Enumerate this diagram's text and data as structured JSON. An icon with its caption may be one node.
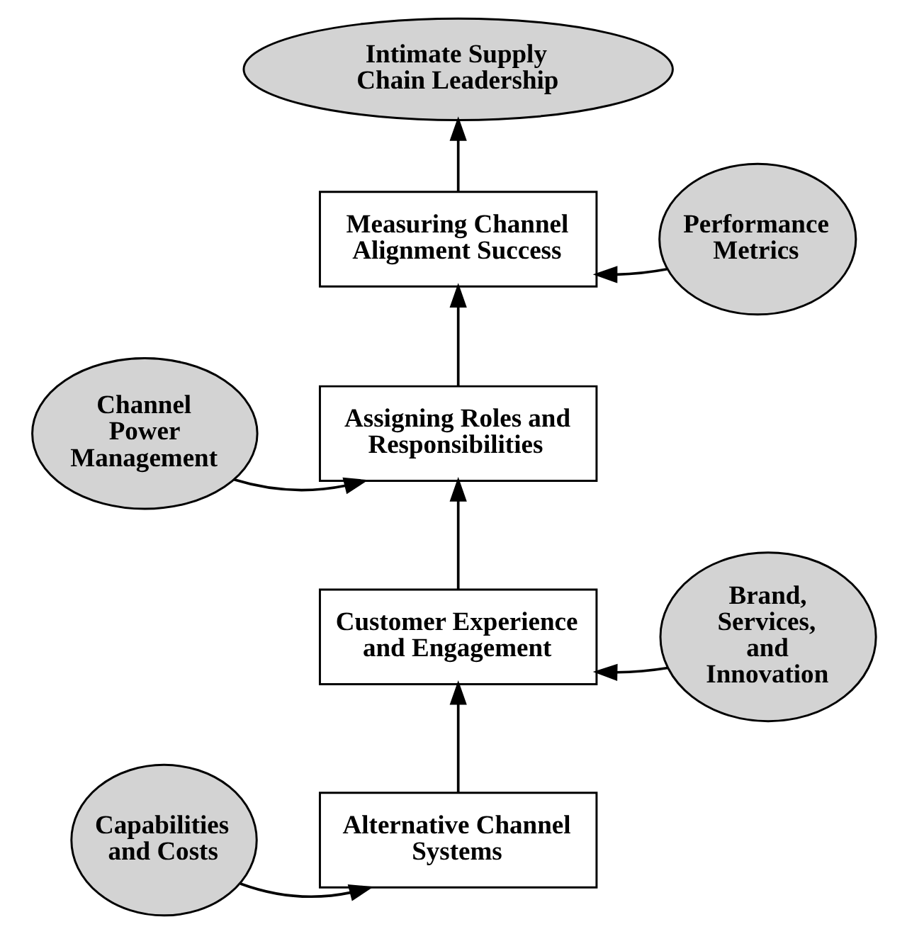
{
  "diagram": {
    "nodes": [
      {
        "text": [
          "Intimate Supply Chain Leadership"
        ]
      },
      {
        "text": [
          "Measuring Channel Alignment Success"
        ]
      },
      {
        "text": [
          "Performance Metrics"
        ]
      },
      {
        "text": [
          "Channel Power Management"
        ]
      },
      {
        "text": [
          "Assigning Roles and Responsibilities"
        ]
      },
      {
        "text": [
          "Customer Experience and Engagement"
        ]
      },
      {
        "text": [
          "Brand, Services, and Innovation"
        ]
      },
      {
        "text": [
          "Capabilities and Costs"
        ]
      },
      {
        "text": [
          "Alternative Channel Systems"
        ]
      }
    ],
    "edges": [
      {
        "from": 8,
        "to": 5,
        "arrow": "to"
      },
      {
        "from": 5,
        "to": 4,
        "arrow": "to"
      },
      {
        "from": 4,
        "to": 1,
        "arrow": "to"
      },
      {
        "from": 1,
        "to": 0,
        "arrow": "to"
      },
      {
        "from": 2,
        "to": 1,
        "arrow": "to"
      },
      {
        "from": 3,
        "to": 4,
        "arrow": "to"
      },
      {
        "from": 6,
        "to": 5,
        "arrow": "to"
      },
      {
        "from": 7,
        "to": 8,
        "arrow": "to"
      }
    ]
  }
}
